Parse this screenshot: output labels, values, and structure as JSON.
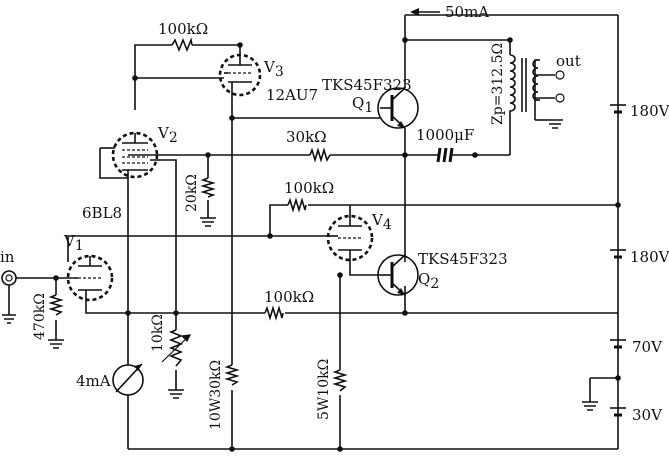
{
  "current_top": "50mA",
  "labels": {
    "r_top": "100kΩ",
    "v3": "V",
    "v3_sub": "3",
    "v3_type": "12AU7",
    "q1_type": "TKS45F323",
    "q1": "Q",
    "q1_sub": "1",
    "v2": "V",
    "v2_sub": "2",
    "r_30k": "30kΩ",
    "cap": "1000μF",
    "r_20k": "20kΩ",
    "v2_type": "6BL8",
    "r_mid": "100kΩ",
    "v4": "V",
    "v4_sub": "4",
    "q2_type": "TKS45F323",
    "q2": "Q",
    "q2_sub": "2",
    "v1": "V",
    "v1_sub": "1",
    "in": "in",
    "r_470k": "470kΩ",
    "r_bottom": "100kΩ",
    "pot_10k": "10kΩ",
    "meter": "4mA",
    "r_10w30k": "10W30kΩ",
    "r_5w10k": "5W10kΩ",
    "zp": "Zp=312.5Ω",
    "out": "out",
    "b1": "180V",
    "b2": "180V",
    "b3": "70V",
    "b4": "30V"
  }
}
